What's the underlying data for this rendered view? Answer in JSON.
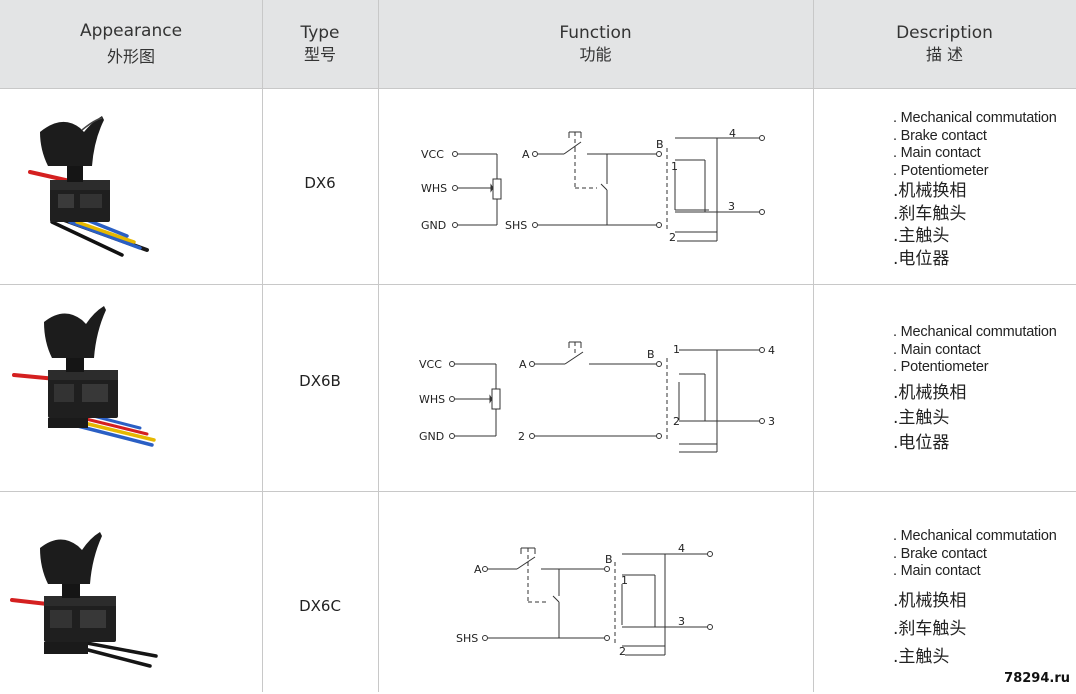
{
  "header": {
    "appearance_en": "Appearance",
    "appearance_zh": "外形图",
    "type_en": "Type",
    "type_zh": "型号",
    "function_en": "Function",
    "function_zh": "功能",
    "description_en": "Description",
    "description_zh": "描 述"
  },
  "rows": [
    {
      "type": "DX6",
      "desc_en": [
        ". Mechanical commutation",
        ". Brake contact",
        ". Main contact",
        ". Potentiometer"
      ],
      "desc_zh": [
        ".机械换相",
        ".刹车触头",
        ".主触头",
        ".电位器"
      ],
      "labels": {
        "vcc": "VCC",
        "whs": "WHS",
        "gnd": "GND",
        "a": "A",
        "shs": "SHS",
        "b": "B",
        "n1": "1",
        "n2": "2",
        "n3": "3",
        "n4": "4"
      }
    },
    {
      "type": "DX6B",
      "desc_en": [
        ". Mechanical commutation",
        ". Main contact",
        ". Potentiometer"
      ],
      "desc_zh": [
        ".机械换相",
        ".主触头",
        ".电位器"
      ],
      "labels": {
        "vcc": "VCC",
        "whs": "WHS",
        "gnd": "GND",
        "a": "A",
        "two": "2",
        "b": "B",
        "n1": "1",
        "n2": "2",
        "n3": "3",
        "n4": "4"
      }
    },
    {
      "type": "DX6C",
      "desc_en": [
        ". Mechanical commutation",
        ". Brake contact",
        ". Main contact"
      ],
      "desc_zh": [
        ".机械换相",
        ".刹车触头",
        ".主触头"
      ],
      "labels": {
        "a": "A",
        "shs": "SHS",
        "b": "B",
        "n1": "1",
        "n2": "2",
        "n3": "3",
        "n4": "4"
      }
    }
  ],
  "watermark": "78294.ru",
  "colors": {
    "header_bg": "#e3e4e5",
    "grid": "#c8c8c8",
    "trigger": "#1c1c1c",
    "wire_red": "#d42020",
    "wire_yellow": "#e6b800",
    "wire_blue": "#2a5fc4"
  }
}
